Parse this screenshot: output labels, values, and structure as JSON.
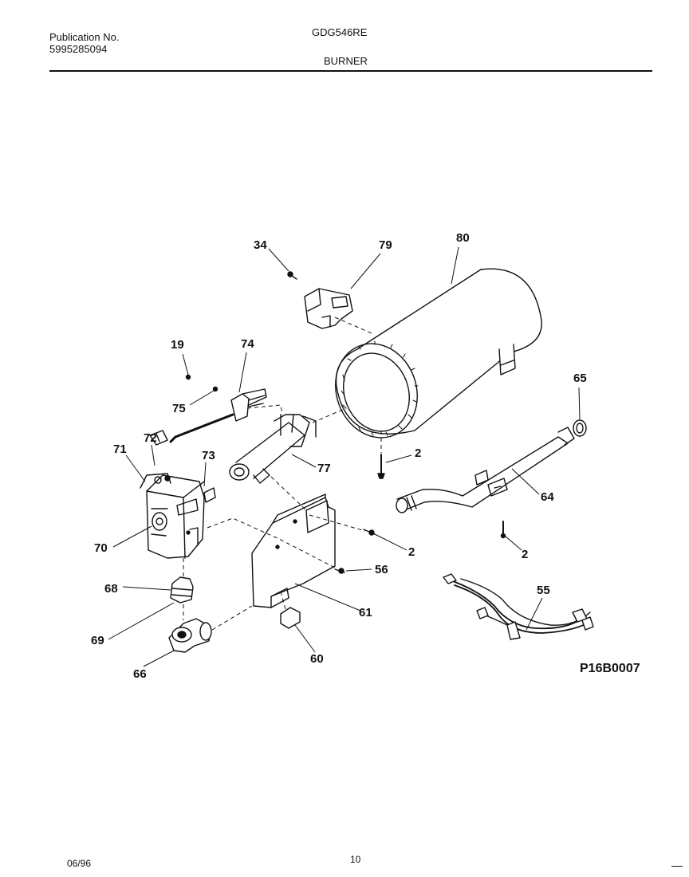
{
  "header": {
    "publication_label": "Publication No.",
    "publication_number": "5995285094",
    "model": "GDG546RE",
    "section": "BURNER"
  },
  "callouts": {
    "c34": "34",
    "c79": "79",
    "c80": "80",
    "c19": "19",
    "c74": "74",
    "c75": "75",
    "c72": "72",
    "c71": "71",
    "c73": "73",
    "c77": "77",
    "c2a": "2",
    "c65": "65",
    "c64": "64",
    "c70": "70",
    "c2b": "2",
    "c56": "56",
    "c2c": "2",
    "c68": "68",
    "c55": "55",
    "c61": "61",
    "c69": "69",
    "c60": "60",
    "c66": "66"
  },
  "diagram_code": "P16B0007",
  "footer": {
    "date": "06/96",
    "page_number": "10"
  }
}
